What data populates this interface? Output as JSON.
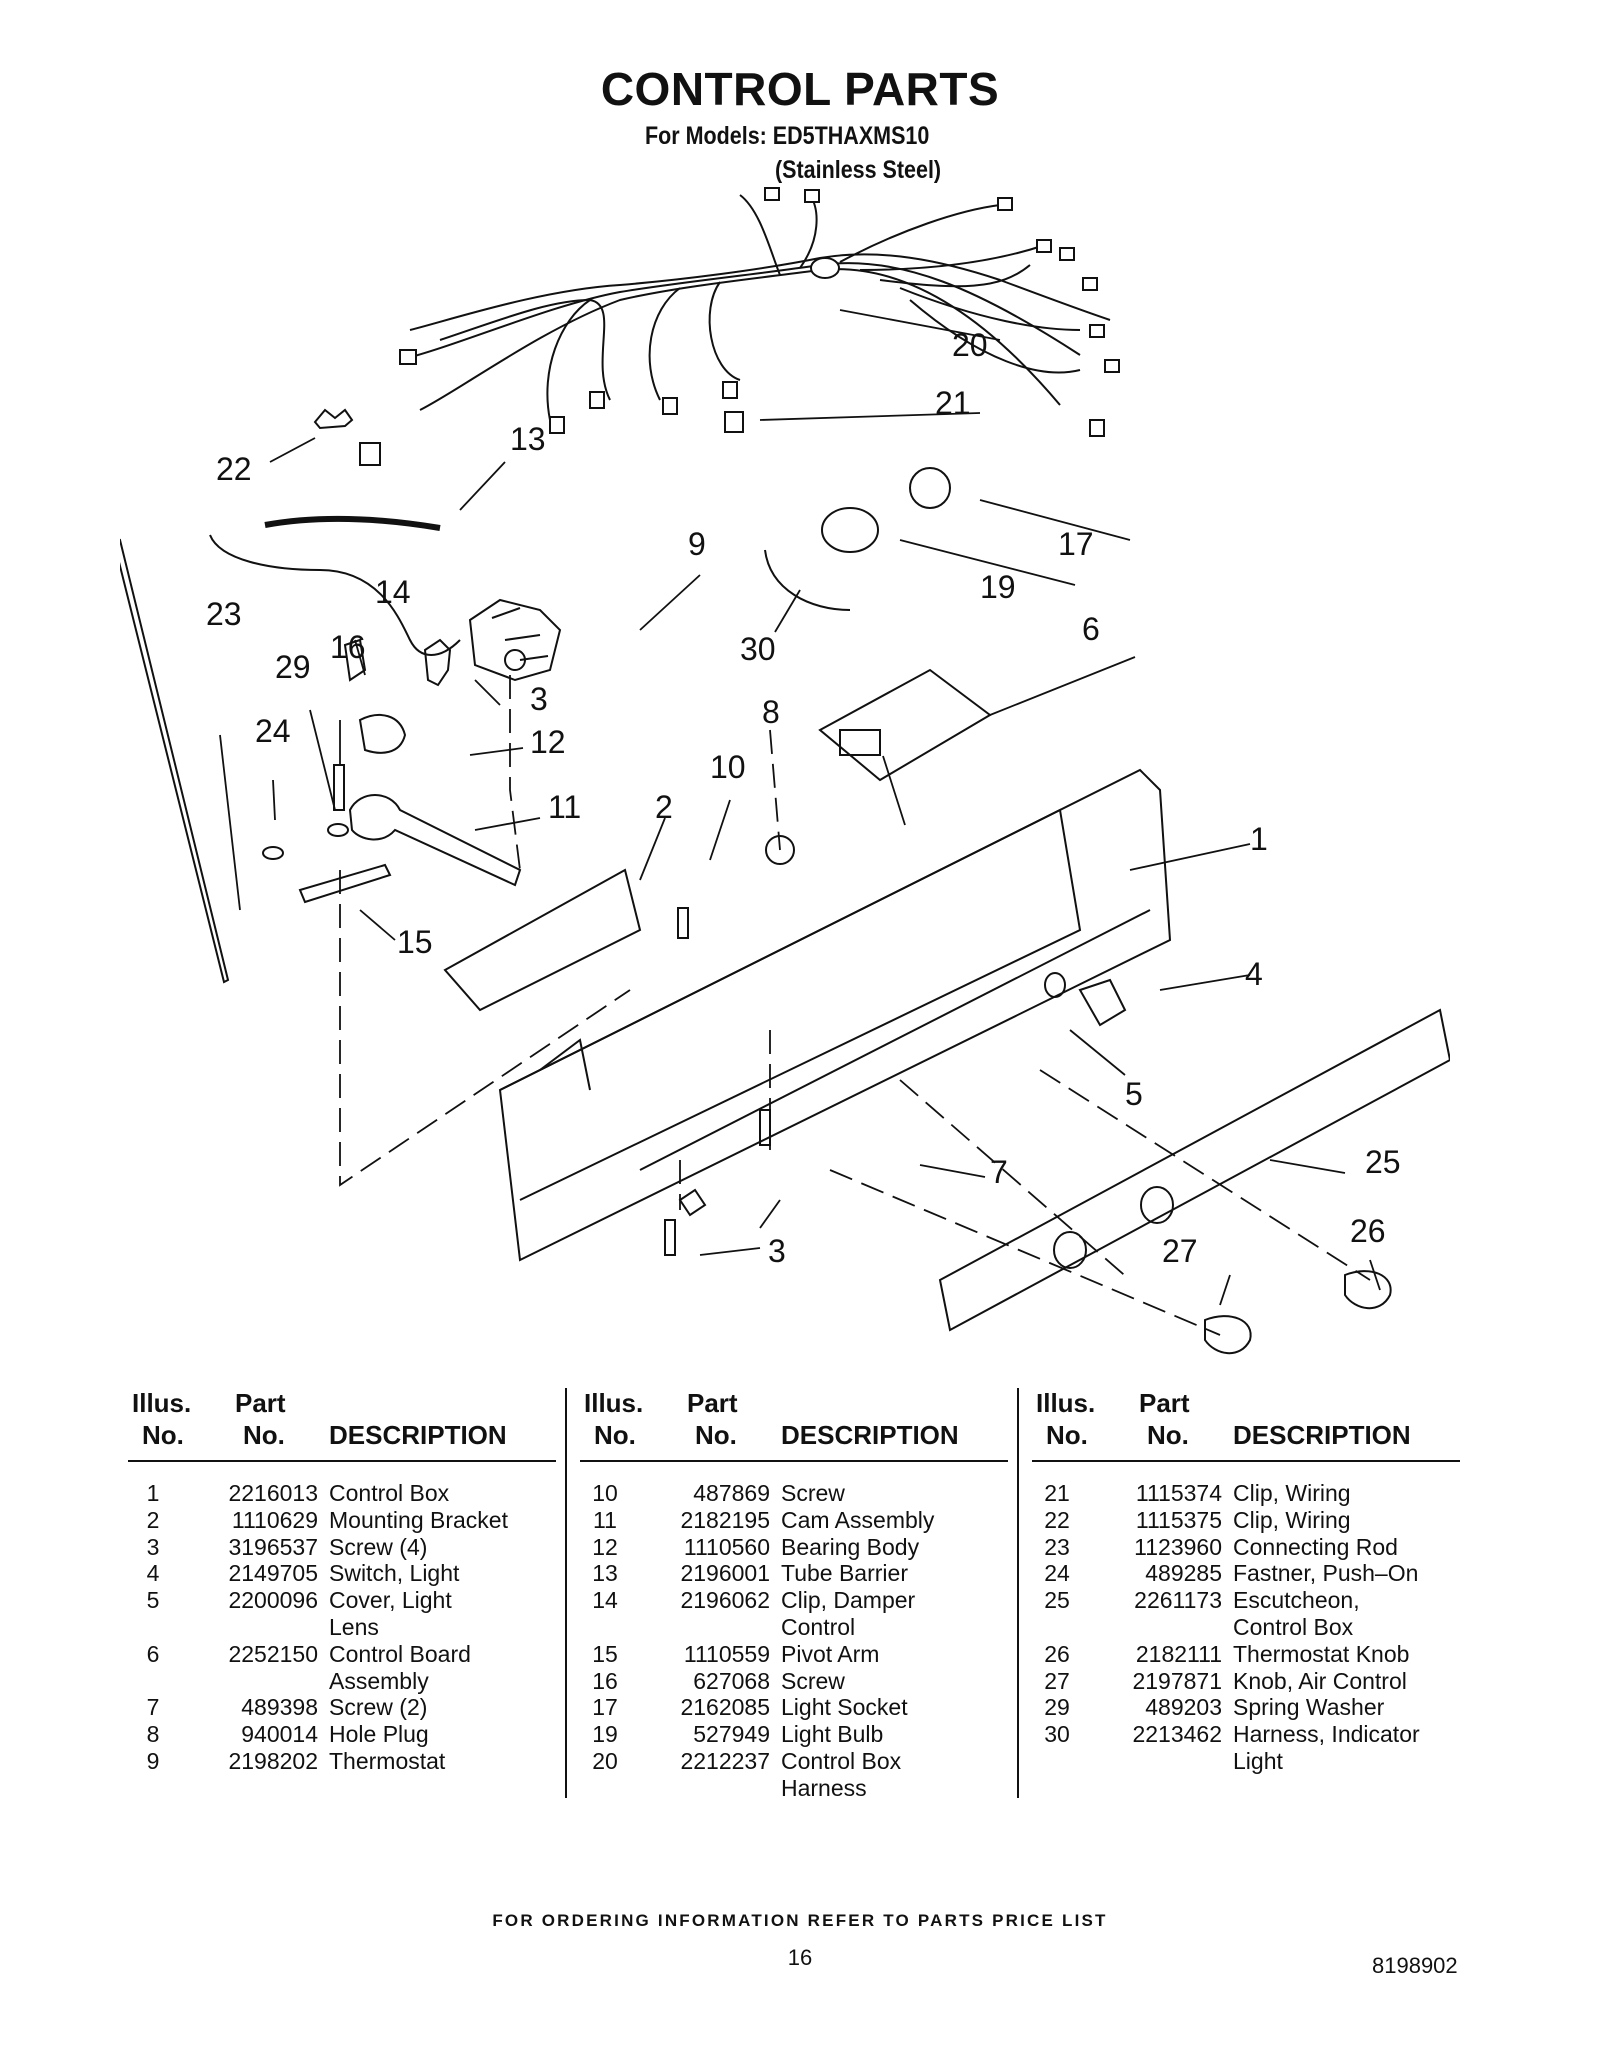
{
  "header": {
    "title": "CONTROL PARTS",
    "models_line": "For Models: ED5THAXMS10",
    "finish_line": "(Stainless Steel)"
  },
  "diagram": {
    "callouts": [
      "20",
      "21",
      "22",
      "13",
      "9",
      "17",
      "19",
      "23",
      "14",
      "16",
      "29",
      "30",
      "6",
      "3",
      "12",
      "24",
      "8",
      "11",
      "2",
      "10",
      "1",
      "15",
      "4",
      "5",
      "7",
      "25",
      "3",
      "26",
      "27"
    ]
  },
  "table": {
    "headers": {
      "illus": [
        "Illus.",
        "No."
      ],
      "part": [
        "Part",
        "No."
      ],
      "desc": "DESCRIPTION"
    },
    "columns": [
      [
        {
          "no": "1",
          "part": "2216013",
          "desc": "Control Box"
        },
        {
          "no": "2",
          "part": "1110629",
          "desc": "Mounting Bracket"
        },
        {
          "no": "3",
          "part": "3196537",
          "desc": "Screw (4)"
        },
        {
          "no": "4",
          "part": "2149705",
          "desc": "Switch, Light"
        },
        {
          "no": "5",
          "part": "2200096",
          "desc": "Cover, Light Lens"
        },
        {
          "no": "6",
          "part": "2252150",
          "desc": "Control Board Assembly"
        },
        {
          "no": "7",
          "part": "489398",
          "desc": "Screw (2)"
        },
        {
          "no": "8",
          "part": "940014",
          "desc": "Hole Plug"
        },
        {
          "no": "9",
          "part": "2198202",
          "desc": "Thermostat"
        }
      ],
      [
        {
          "no": "10",
          "part": "487869",
          "desc": "Screw"
        },
        {
          "no": "11",
          "part": "2182195",
          "desc": "Cam Assembly"
        },
        {
          "no": "12",
          "part": "1110560",
          "desc": "Bearing Body"
        },
        {
          "no": "13",
          "part": "2196001",
          "desc": "Tube Barrier"
        },
        {
          "no": "14",
          "part": "2196062",
          "desc": "Clip, Damper Control"
        },
        {
          "no": "15",
          "part": "1110559",
          "desc": "Pivot Arm"
        },
        {
          "no": "16",
          "part": "627068",
          "desc": "Screw"
        },
        {
          "no": "17",
          "part": "2162085",
          "desc": "Light Socket"
        },
        {
          "no": "19",
          "part": "527949",
          "desc": "Light Bulb"
        },
        {
          "no": "20",
          "part": "2212237",
          "desc": "Control Box Harness"
        }
      ],
      [
        {
          "no": "21",
          "part": "1115374",
          "desc": "Clip, Wiring"
        },
        {
          "no": "22",
          "part": "1115375",
          "desc": "Clip, Wiring"
        },
        {
          "no": "23",
          "part": "1123960",
          "desc": "Connecting Rod"
        },
        {
          "no": "24",
          "part": "489285",
          "desc": "Fastner, Push–On"
        },
        {
          "no": "25",
          "part": "2261173",
          "desc": "Escutcheon, Control Box"
        },
        {
          "no": "26",
          "part": "2182111",
          "desc": "Thermostat Knob"
        },
        {
          "no": "27",
          "part": "2197871",
          "desc": "Knob, Air Control"
        },
        {
          "no": "29",
          "part": "489203",
          "desc": "Spring Washer"
        },
        {
          "no": "30",
          "part": "2213462",
          "desc": "Harness, Indicator Light"
        }
      ]
    ]
  },
  "footer": {
    "ordering_note": "FOR ORDERING INFORMATION REFER TO PARTS PRICE LIST",
    "page_number": "16",
    "doc_number": "8198902"
  }
}
